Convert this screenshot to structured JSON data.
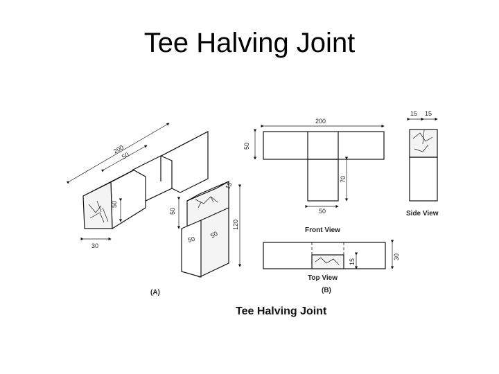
{
  "slide": {
    "title": "Tee Halving Joint"
  },
  "drawing": {
    "iso_dims": {
      "len_200": "200",
      "len_50_top": "50",
      "h_50": "50",
      "w_30": "30",
      "h_50_b": "50",
      "w_50_b": "50",
      "w_50_c": "50",
      "h_120": "120",
      "d_15": "15"
    },
    "front_dims": {
      "w_200": "200",
      "h_50": "50",
      "h_70": "70",
      "w_50": "50"
    },
    "side_dims": {
      "w_15a": "15",
      "w_15b": "15"
    },
    "top_dims": {
      "h_30": "30",
      "h_15": "15"
    },
    "labels": {
      "front_view": "Front View",
      "side_view": "Side View",
      "top_view": "Top View",
      "part_a": "(A)",
      "part_b": "(B)",
      "caption": "Tee Halving Joint"
    }
  }
}
